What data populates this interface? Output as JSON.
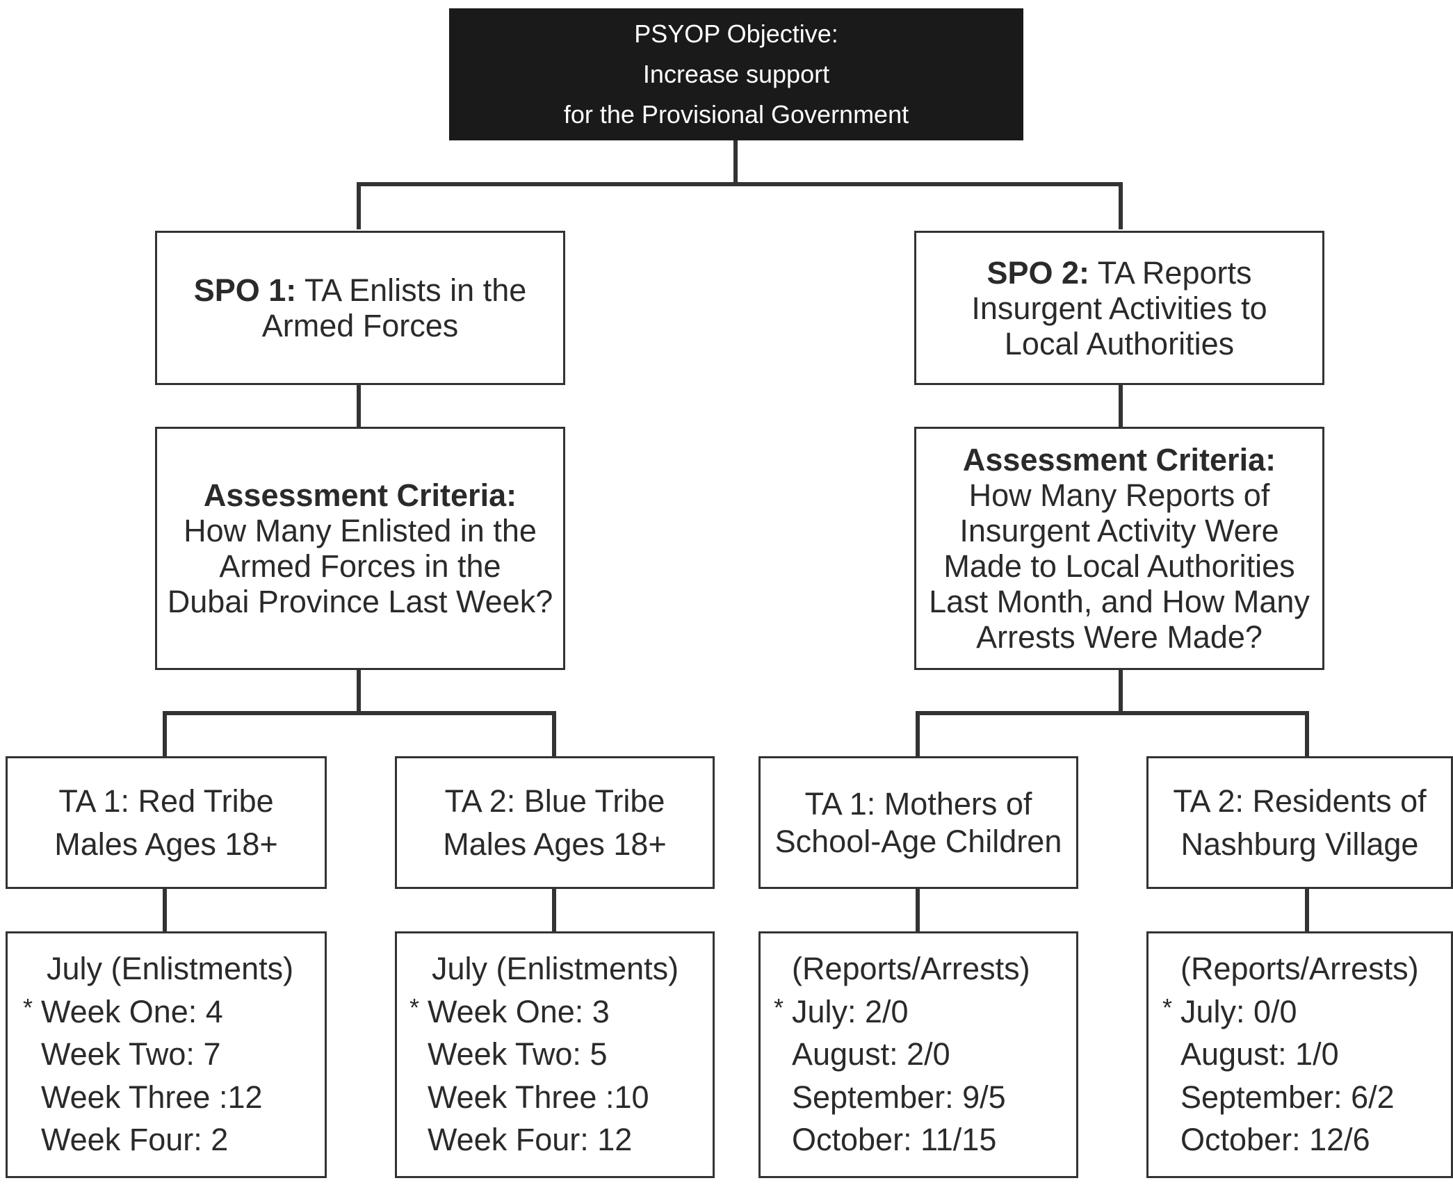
{
  "objective": {
    "lines": [
      "PSYOP Objective:",
      "Increase support",
      "for the Provisional Government"
    ]
  },
  "spo1": {
    "label": "SPO 1:",
    "text_line1": " TA Enlists in the",
    "text_line2": "Armed Forces"
  },
  "spo2": {
    "label": "SPO 2:",
    "text_line1": " TA Reports",
    "text_line2": "Insurgent Activities to",
    "text_line3": "Local Authorities"
  },
  "criteria1": {
    "heading": "Assessment Criteria:",
    "lines": [
      "How Many Enlisted in the",
      "Armed Forces in the",
      "Dubai Province Last Week?"
    ]
  },
  "criteria2": {
    "heading": "Assessment Criteria:",
    "lines": [
      "How Many Reports of",
      "Insurgent Activity Were",
      "Made to Local Authorities",
      "Last Month, and How Many",
      "Arrests Were Made?"
    ]
  },
  "targets": [
    {
      "lines": [
        "TA 1: Red Tribe",
        "Males Ages 18+"
      ]
    },
    {
      "lines": [
        "TA 2: Blue Tribe",
        "Males Ages 18+"
      ]
    },
    {
      "lines": [
        "TA 1: Mothers of",
        "School-Age Children"
      ]
    },
    {
      "lines": [
        "TA 2: Residents of",
        "Nashburg Village"
      ]
    }
  ],
  "results": [
    {
      "header": "July (Enlistments)",
      "marker": "*",
      "rows": [
        "Week One: 4",
        "Week Two: 7",
        "Week Three :12",
        "Week Four: 2"
      ]
    },
    {
      "header": "July (Enlistments)",
      "marker": "*",
      "rows": [
        "Week One: 3",
        "Week Two: 5",
        "Week Three :10",
        "Week Four: 12"
      ]
    },
    {
      "header": "(Reports/Arrests)",
      "marker": "*",
      "rows": [
        "July: 2/0",
        "August: 2/0",
        "September: 9/5",
        "October: 11/15"
      ]
    },
    {
      "header": "(Reports/Arrests)",
      "marker": "*",
      "rows": [
        "July: 0/0",
        "August: 1/0",
        "September: 6/2",
        "October: 12/6"
      ]
    }
  ]
}
